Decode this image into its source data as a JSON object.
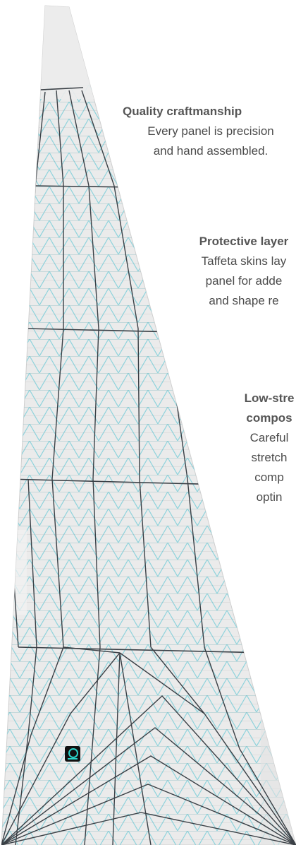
{
  "callouts": [
    {
      "id": "c1",
      "heading": "Quality craftmanship",
      "lines": [
        "Every panel is precision",
        "and hand assembled."
      ]
    },
    {
      "id": "c2",
      "heading": "Protective layer",
      "lines": [
        "Taffeta skins lay",
        "panel for adde",
        "and shape re"
      ]
    },
    {
      "id": "c3",
      "heading": "Low-stre",
      "lines": [
        "compos",
        "Careful",
        "stretch",
        "comp",
        "optin"
      ]
    }
  ],
  "colors": {
    "sail_fill": "#ebebeb",
    "grid_line": "#8fd3dc",
    "panel_line": "#3a4046",
    "seam_shade": "#d6d6d6",
    "logo_accent": "#2bd4c9"
  },
  "logo_icon": "brand-mark-icon"
}
